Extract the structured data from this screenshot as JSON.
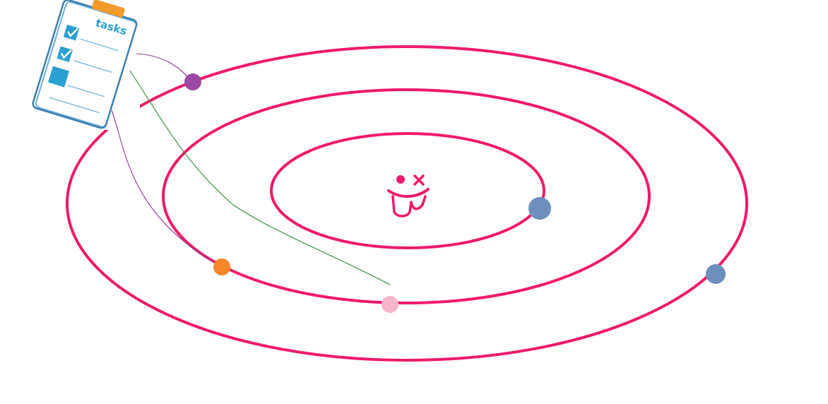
{
  "colors": {
    "orbit": "#f0196a",
    "planet_purple": "#9b4aa3",
    "planet_orange": "#f7852a",
    "planet_pink": "#f8b4cc",
    "planet_blue": "#6d8fbd",
    "link_purple": "#8a3c8f",
    "link_green": "#2c8a3a",
    "clipboard_blue": "#2b9fd1",
    "clipboard_clip": "#f09a2a"
  },
  "clipboard": {
    "icon": "clipboard-tasks-icon",
    "title": "tasks",
    "items": [
      {
        "checked": true
      },
      {
        "checked": true
      },
      {
        "checked": false
      }
    ]
  },
  "center_icon": "tongue-out-face-icon",
  "orbits": [
    {
      "name": "inner"
    },
    {
      "name": "middle"
    },
    {
      "name": "outer"
    }
  ],
  "planets": [
    {
      "name": "purple",
      "orbit": "outer",
      "color": "#9b4aa3",
      "linked": true
    },
    {
      "name": "orange",
      "orbit": "middle",
      "color": "#f7852a",
      "linked": true
    },
    {
      "name": "pink",
      "orbit": "middle",
      "color": "#f8b4cc",
      "linked": true
    },
    {
      "name": "blue-inner",
      "orbit": "inner",
      "color": "#6d8fbd",
      "linked": false
    },
    {
      "name": "blue-outer",
      "orbit": "outer",
      "color": "#6d8fbd",
      "linked": false
    }
  ]
}
